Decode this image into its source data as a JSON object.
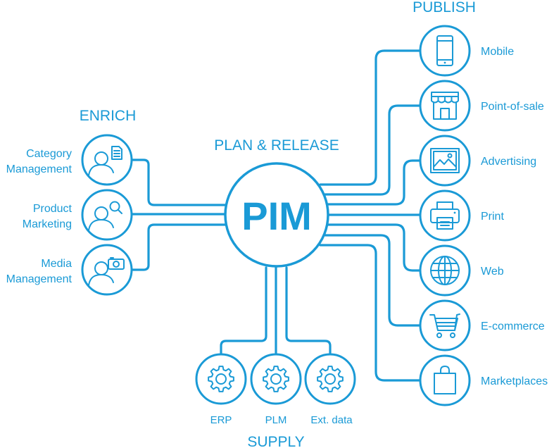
{
  "center": {
    "label": "PIM",
    "heading": "PLAN & RELEASE"
  },
  "enrich": {
    "heading": "ENRICH",
    "items": [
      {
        "line1": "Category",
        "line2": "Management",
        "icon": "person-document-icon"
      },
      {
        "line1": "Product",
        "line2": "Marketing",
        "icon": "person-search-icon"
      },
      {
        "line1": "Media",
        "line2": "Management",
        "icon": "person-camera-icon"
      }
    ]
  },
  "supply": {
    "heading": "SUPPLY",
    "items": [
      {
        "label": "ERP",
        "icon": "gear-icon"
      },
      {
        "label": "PLM",
        "icon": "gear-icon"
      },
      {
        "label": "Ext. data",
        "icon": "gear-icon"
      }
    ]
  },
  "publish": {
    "heading": "PUBLISH",
    "items": [
      {
        "label": "Mobile",
        "icon": "mobile-phone-icon"
      },
      {
        "label": "Point-of-sale",
        "icon": "storefront-icon"
      },
      {
        "label": "Advertising",
        "icon": "picture-icon"
      },
      {
        "label": "Print",
        "icon": "printer-icon"
      },
      {
        "label": "Web",
        "icon": "globe-icon"
      },
      {
        "label": "E-commerce",
        "icon": "shopping-cart-icon"
      },
      {
        "label": "Marketplaces",
        "icon": "shopping-bag-icon"
      }
    ]
  },
  "colors": {
    "accent": "#1a9ad6",
    "background": "#ffffff"
  }
}
